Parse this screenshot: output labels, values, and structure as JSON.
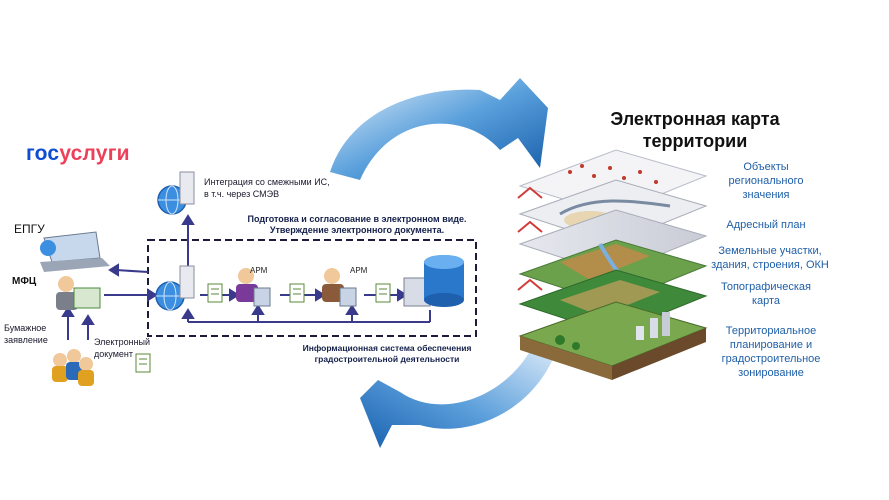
{
  "brand": {
    "part1": "гос",
    "part2": "услуги"
  },
  "left": {
    "epgu": "ЕПГУ",
    "mfc": "МФЦ",
    "paper_line1": "Бумажное",
    "paper_line2": "заявление",
    "edoc_line1": "Электронный",
    "edoc_line2": "документ",
    "integration_line1": "Интеграция со смежными ИС,",
    "integration_line2": "в т.ч. через СМЭВ",
    "prep_line1": "Подготовка и согласование в электронном виде.",
    "prep_line2": "Утверждение электронного документа.",
    "system_line1": "Информационная система обеспечения",
    "system_line2": "градостроительной деятельности",
    "arm1": "АРМ",
    "arm2": "АРМ"
  },
  "right": {
    "title_line1": "Электронная карта",
    "title_line2": "территории",
    "layers": [
      {
        "line1": "Объекты",
        "line2": "регионального",
        "line3": "значения"
      },
      {
        "line1": "Адресный план"
      },
      {
        "line1": "Земельные участки,",
        "line2": "здания, строения, ОКН"
      },
      {
        "line1": "Топографическая",
        "line2": "карта"
      },
      {
        "line1": "Территориальное",
        "line2": "планирование и",
        "line3": "градостроительное",
        "line4": "зонирование"
      }
    ]
  },
  "colors": {
    "brand_blue": "#0d4cd3",
    "brand_red": "#ee3f58",
    "arrow_blue": "#1e6fc0",
    "layer_text": "#1e5fa8",
    "connector": "#3a3a8c"
  }
}
